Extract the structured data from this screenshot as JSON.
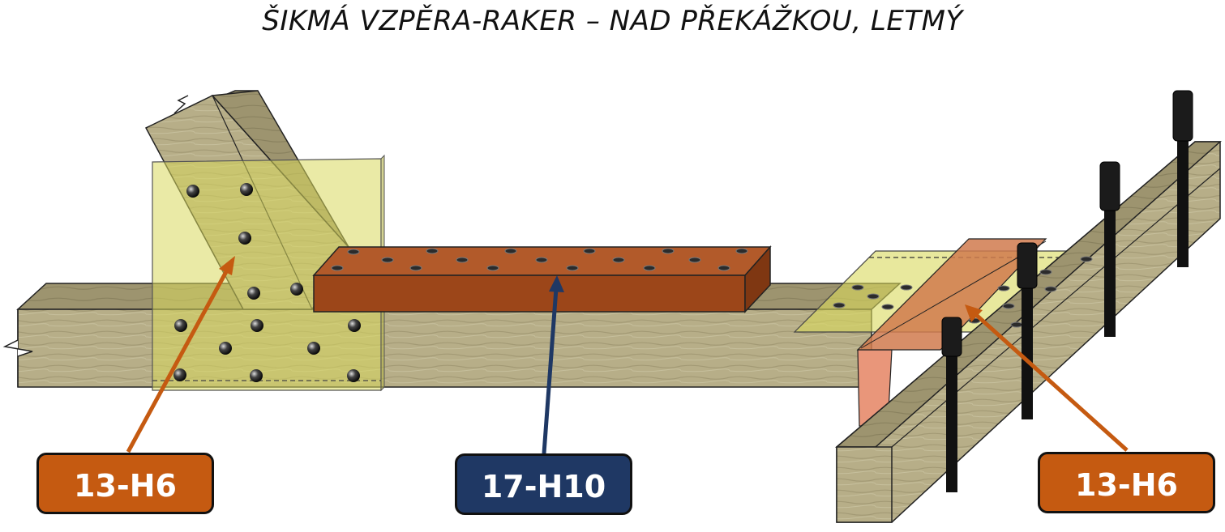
{
  "title": "ŠIKMÁ VZPĚRA-RAKER – NAD PŘEKÁŽKOU, LETMÝ",
  "labels": {
    "left": "13-H6",
    "middle": "17-H10",
    "right": "13-H6"
  },
  "colors": {
    "label_orange": "#c55a11",
    "label_navy": "#1f3864",
    "wood": "#b9b08a",
    "wood_dark": "#8e8663",
    "gusset_yellow": "#d6d65a",
    "cleat_brown": "#a0481d",
    "wedge_salmon": "#e9967a",
    "bolt_black": "#111111"
  }
}
